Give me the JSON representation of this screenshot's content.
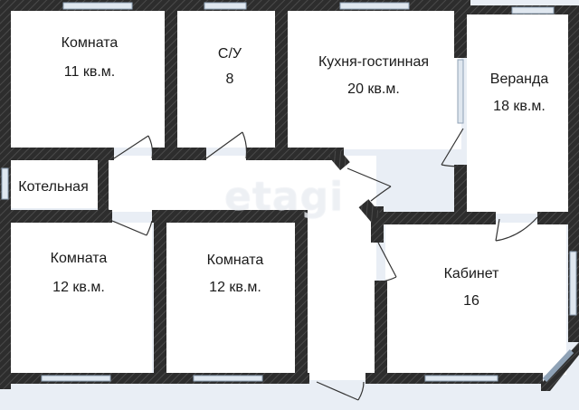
{
  "watermark": "etagi",
  "rooms": [
    {
      "name": "Комната",
      "area": "11 кв.м."
    },
    {
      "name": "С/У",
      "area": "8"
    },
    {
      "name": "Кухня-гостинная",
      "area": "20 кв.м."
    },
    {
      "name": "Веранда",
      "area": "18 кв.м."
    },
    {
      "name": "Котельная",
      "area": ""
    },
    {
      "name": "Комната",
      "area": "12 кв.м."
    },
    {
      "name": "Комната",
      "area": "12 кв.м."
    },
    {
      "name": "Кабинет",
      "area": "16"
    }
  ],
  "colors": {
    "background": "#e9eef5",
    "wall": "#2d2d2d",
    "floor": "#ffffff",
    "window": "#b8c6d4",
    "door": "#333333"
  }
}
